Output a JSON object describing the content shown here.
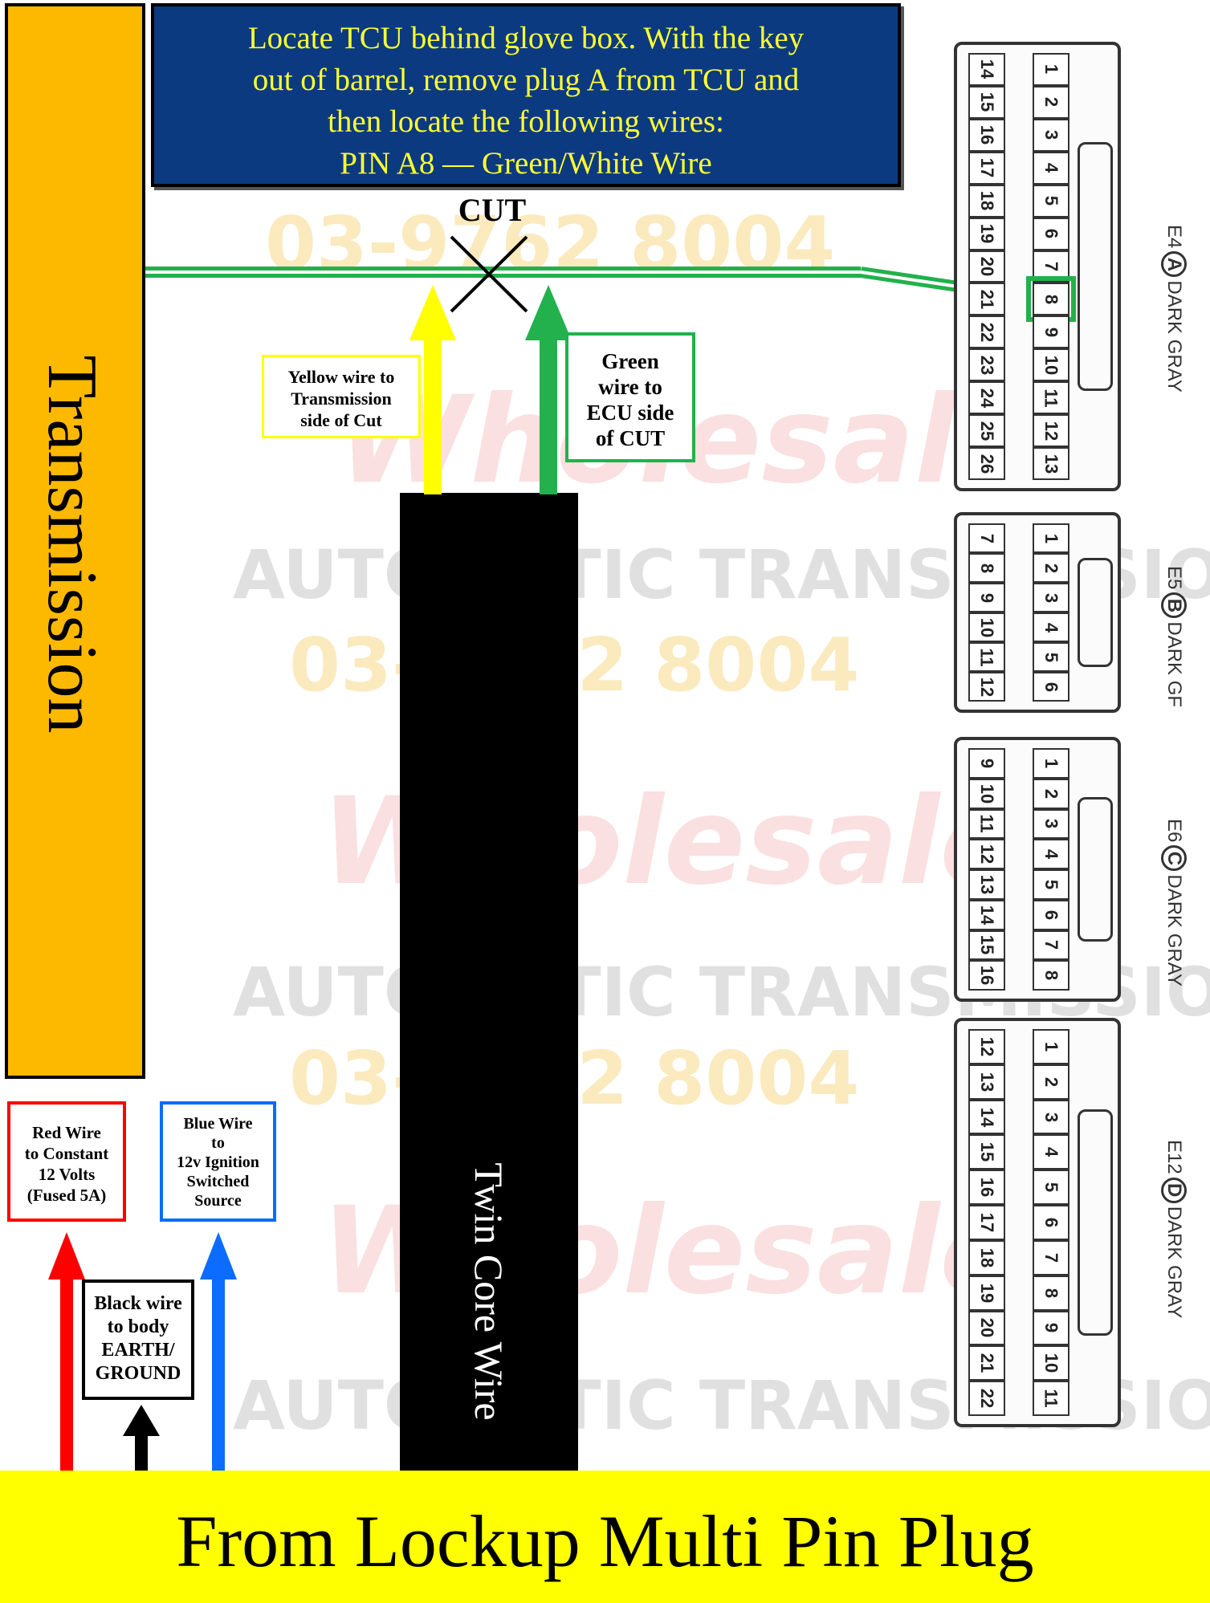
{
  "instructions": {
    "line1": "Locate TCU behind glove box. With the key",
    "line2": "out of barrel, remove plug A from TCU and",
    "line3": "then locate the following wires:",
    "line4": "PIN A8 — Green/White Wire"
  },
  "transmission_label": "Transmission",
  "cut_label": "CUT",
  "yellow_label": [
    "Yellow wire to",
    "Transmission",
    "side of Cut"
  ],
  "green_label": [
    "Green",
    "wire to",
    "ECU side",
    "of CUT"
  ],
  "twin_core_label": "Twin Core Wire",
  "red_label": [
    "Red Wire",
    "to Constant",
    "12 Volts",
    "(Fused 5A)"
  ],
  "blue_label": [
    "Blue Wire",
    "to",
    "12v Ignition",
    "Switched",
    "Source"
  ],
  "black_label": [
    "Black wire",
    "to body",
    "EARTH/",
    "GROUND"
  ],
  "bottom_label": "From Lockup Multi Pin Plug",
  "watermark": {
    "phone": "03-9762 8004",
    "brand": "Wholesale",
    "tagline": "AUTOMATIC TRANSMISSIONS"
  },
  "connectors": {
    "e4": {
      "code": "E4",
      "letter": "A",
      "color": "DARK GRAY",
      "outer_pins": [
        "14",
        "15",
        "16",
        "17",
        "18",
        "19",
        "20",
        "21",
        "22",
        "23",
        "24",
        "25",
        "26"
      ],
      "inner_pins": [
        "1",
        "2",
        "3",
        "4",
        "5",
        "6",
        "7",
        "8",
        "9",
        "10",
        "11",
        "12",
        "13"
      ],
      "highlight_pin": "8"
    },
    "e5": {
      "code": "E5",
      "letter": "B",
      "color": "DARK GF",
      "outer_pins": [
        "7",
        "8",
        "9",
        "10",
        "11",
        "12"
      ],
      "inner_pins": [
        "1",
        "2",
        "3",
        "4",
        "5",
        "6"
      ]
    },
    "e6": {
      "code": "E6",
      "letter": "C",
      "color": "DARK GRAY",
      "outer_pins": [
        "9",
        "10",
        "11",
        "12",
        "13",
        "14",
        "15",
        "16"
      ],
      "inner_pins": [
        "1",
        "2",
        "3",
        "4",
        "5",
        "6",
        "7",
        "8"
      ]
    },
    "e12": {
      "code": "E12",
      "letter": "D",
      "color": "DARK GRAY",
      "outer_pins": [
        "12",
        "13",
        "14",
        "15",
        "16",
        "17",
        "18",
        "19",
        "20",
        "21",
        "22"
      ],
      "inner_pins": [
        "1",
        "2",
        "3",
        "4",
        "5",
        "6",
        "7",
        "8",
        "9",
        "10",
        "11"
      ]
    }
  },
  "colors": {
    "transmission_bar": "#fdb900",
    "instruction_box": "#0c3a80",
    "instruction_text": "#ffff33",
    "green_wire": "#22b14c",
    "yellow_wire": "#ffff00",
    "red_wire": "#ff0000",
    "blue_wire": "#0b6cff",
    "bottom_bar": "#ffff00"
  }
}
